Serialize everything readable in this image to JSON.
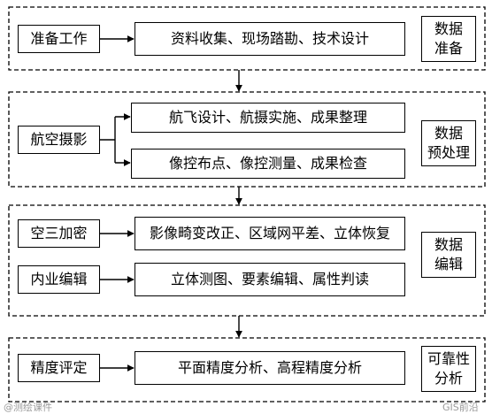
{
  "sections": [
    {
      "stage": [
        "数据",
        "准备"
      ],
      "left_label": "准备工作",
      "items": [
        "资料收集、现场踏勘、技术设计"
      ]
    },
    {
      "stage": [
        "数据",
        "预处理"
      ],
      "left_label": "航空摄影",
      "items": [
        "航飞设计、航摄实施、成果整理",
        "像控布点、像控测量、成果检查"
      ]
    },
    {
      "stage": [
        "数据",
        "编辑"
      ],
      "rows": [
        {
          "left_label": "空三加密",
          "item": "影像畸变改正、区域网平差、立体恢复"
        },
        {
          "left_label": "内业编辑",
          "item": "立体测图、要素编辑、属性判读"
        }
      ]
    },
    {
      "stage": [
        "可靠性",
        "分析"
      ],
      "left_label": "精度评定",
      "items": [
        "平面精度分析、高程精度分析"
      ]
    }
  ],
  "watermarks": {
    "left": "@测绘课件",
    "right": "GIS前沿"
  },
  "colors": {
    "line": "#000000",
    "watermark": "#9a9a9a"
  }
}
